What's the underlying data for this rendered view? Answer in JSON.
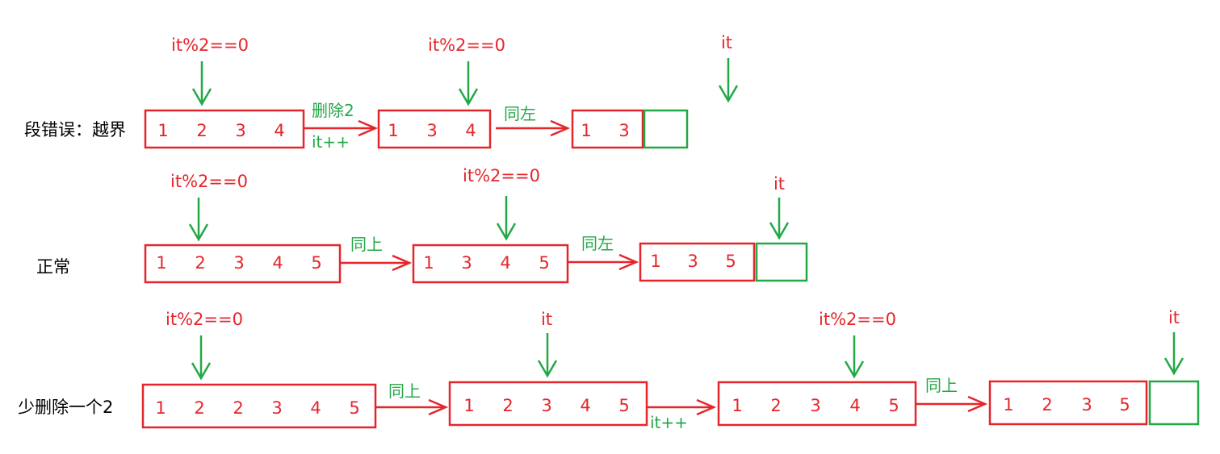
{
  "colors": {
    "red": "#e4262c",
    "green": "#23a847",
    "label": "#000000"
  },
  "rows": [
    {
      "label": "段错误：越界",
      "array_sequence": [
        {
          "values": [
            "1",
            "2",
            "3",
            "4"
          ],
          "pointer_label": "it%2==0",
          "pointer_label_color": "red",
          "pointer_index": 1
        },
        {
          "values": [
            "1",
            "3",
            "4"
          ],
          "pointer_label": "it%2==0",
          "pointer_label_color": "red",
          "pointer_index": 2
        },
        {
          "values": [
            "1",
            "3"
          ],
          "pointer_label": "it",
          "pointer_label_color": "red",
          "pointer_target": "beyond-end"
        }
      ],
      "transitions": [
        {
          "label_above": "删除2",
          "label_below": "it++"
        },
        {
          "label_above": "同左",
          "label_below": ""
        }
      ]
    },
    {
      "label": "正常",
      "array_sequence": [
        {
          "values": [
            "1",
            "2",
            "3",
            "4",
            "5"
          ],
          "pointer_label": "it%2==0",
          "pointer_label_color": "red",
          "pointer_index": 1
        },
        {
          "values": [
            "1",
            "3",
            "4",
            "5"
          ],
          "pointer_label": "it%2==0",
          "pointer_label_color": "red",
          "pointer_index": 2
        },
        {
          "values": [
            "1",
            "3",
            "5"
          ],
          "pointer_label": "it",
          "pointer_label_color": "red",
          "pointer_target": "end"
        }
      ],
      "transitions": [
        {
          "label_above": "同上",
          "label_below": ""
        },
        {
          "label_above": "同左",
          "label_below": ""
        }
      ]
    },
    {
      "label": "少删除一个2",
      "array_sequence": [
        {
          "values": [
            "1",
            "2",
            "2",
            "3",
            "4",
            "5"
          ],
          "pointer_label": "it%2==0",
          "pointer_label_color": "red",
          "pointer_index": 1
        },
        {
          "values": [
            "1",
            "2",
            "3",
            "4",
            "5"
          ],
          "pointer_label": "it",
          "pointer_label_color": "red",
          "pointer_index": 2
        },
        {
          "values": [
            "1",
            "2",
            "3",
            "4",
            "5"
          ],
          "pointer_label": "it%2==0",
          "pointer_label_color": "red",
          "pointer_index": 3
        },
        {
          "values": [
            "1",
            "2",
            "3",
            "5"
          ],
          "pointer_label": "it",
          "pointer_label_color": "red",
          "pointer_target": "end"
        }
      ],
      "transitions": [
        {
          "label_above": "同上",
          "label_below": ""
        },
        {
          "label_above": "",
          "label_below": "it++"
        },
        {
          "label_above": "同上",
          "label_below": ""
        }
      ]
    }
  ]
}
